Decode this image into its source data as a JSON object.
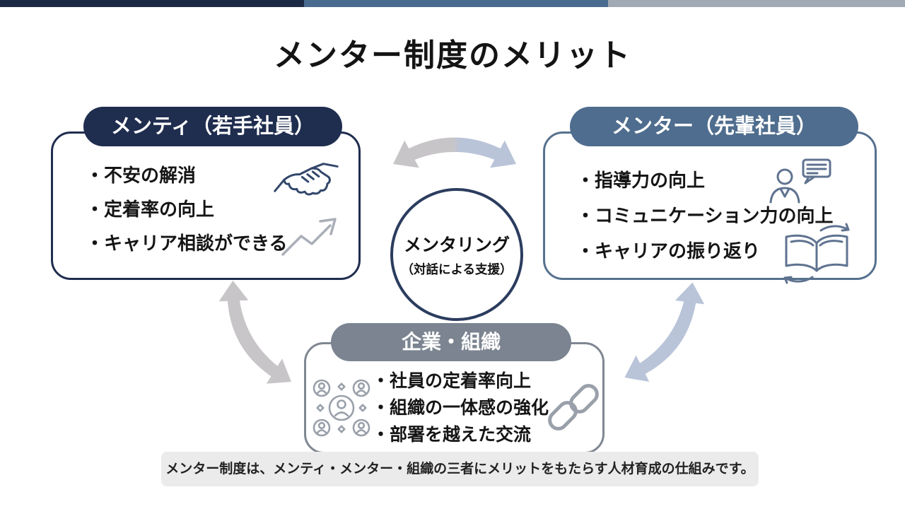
{
  "slide": {
    "title": "メンター制度のメリット",
    "footer_note": "メンター制度は、メンティ・メンター・組織の三者にメリットをもたらす人材育成の仕組みです。"
  },
  "header_bar": {
    "colors": [
      "#1b2945",
      "#4a6b90",
      "#a0a9b4"
    ]
  },
  "center": {
    "title": "メンタリング",
    "subtitle": "（対話による支援）"
  },
  "cards": {
    "mentee": {
      "title": "メンティ（若手社員）",
      "bullets": [
        "・不安の解消",
        "・定着率の向上",
        "・キャリア相談ができる"
      ],
      "accent_color": "#1f2d4f",
      "icons": [
        "handshake-icon",
        "growth-arrow-icon"
      ]
    },
    "mentor": {
      "title": "メンター（先輩社員）",
      "bullets": [
        "・指導力の向上",
        "・コミュニケーション力の向上",
        "・キャリアの振り返り"
      ],
      "accent_color": "#4f6d8e",
      "icons": [
        "person-speech-icon",
        "book-refresh-icon"
      ]
    },
    "organization": {
      "title": "企業・組織",
      "bullets": [
        "・社員の定着率向上",
        "・組織の一体感の強化",
        "・部署を越えた交流"
      ],
      "accent_color": "#7b8490",
      "icons": [
        "people-network-icon",
        "chain-link-icon"
      ]
    }
  },
  "arrows": {
    "top_colors": [
      "#c8c5c8",
      "#b9c4d9"
    ],
    "left_color": "#c8c5c8",
    "right_color": "#b9c4d9"
  }
}
